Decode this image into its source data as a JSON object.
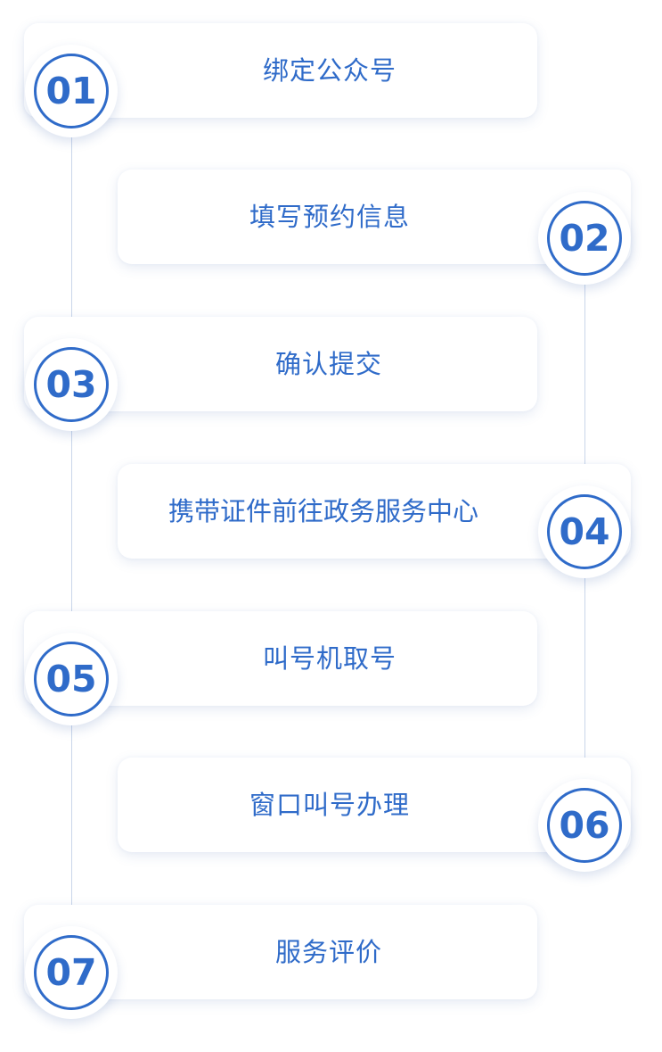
{
  "steps": [
    {
      "number": "01",
      "label": "绑定公众号"
    },
    {
      "number": "02",
      "label": "填写预约信息"
    },
    {
      "number": "03",
      "label": "确认提交"
    },
    {
      "number": "04",
      "label": "携带证件前往政务服务中心"
    },
    {
      "number": "05",
      "label": "叫号机取号"
    },
    {
      "number": "06",
      "label": "窗口叫号办理"
    },
    {
      "number": "07",
      "label": "服务评价"
    }
  ],
  "colors": {
    "accent": "#2f6bc9",
    "connector": "#c9d6ea",
    "card_background": "#ffffff"
  }
}
